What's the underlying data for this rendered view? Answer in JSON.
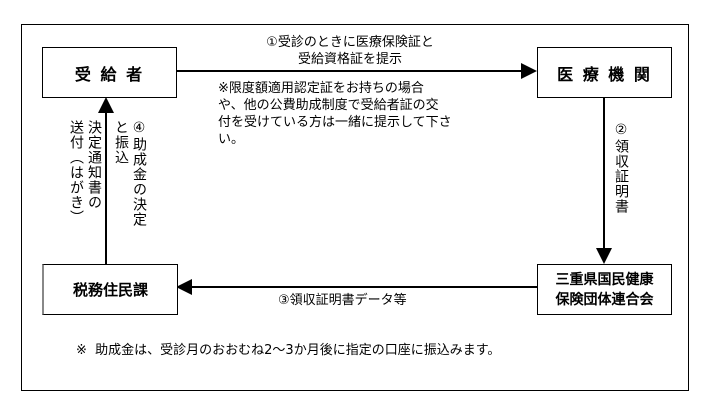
{
  "nodes": {
    "recipient": "受 給 者",
    "medical": "医 療 機 関",
    "tax_office": "税務住民課",
    "federation_line1": "三重県国民健康",
    "federation_line2": "保険団体連合会"
  },
  "steps": {
    "step1_line1": "①受診のときに医療保険証と",
    "step1_line2": "受給資格証を提示",
    "step2": "②領収証明書",
    "step3": "③領収証明書データ等",
    "step4_col1": "④助成金の決定",
    "step4_col2": "と振込",
    "notice_col1": "決定通知書の",
    "notice_col2": "送付（はがき）"
  },
  "note_lines": [
    "※限度額適用認定証をお持ちの場合",
    "や、他の公費助成制度で受給者証の交",
    "付を受けている方は一緒に提示して下さ",
    "い。"
  ],
  "footnote": "※  助成金は、受診月のおおむね2〜3か月後に指定の口座に振込みます。"
}
